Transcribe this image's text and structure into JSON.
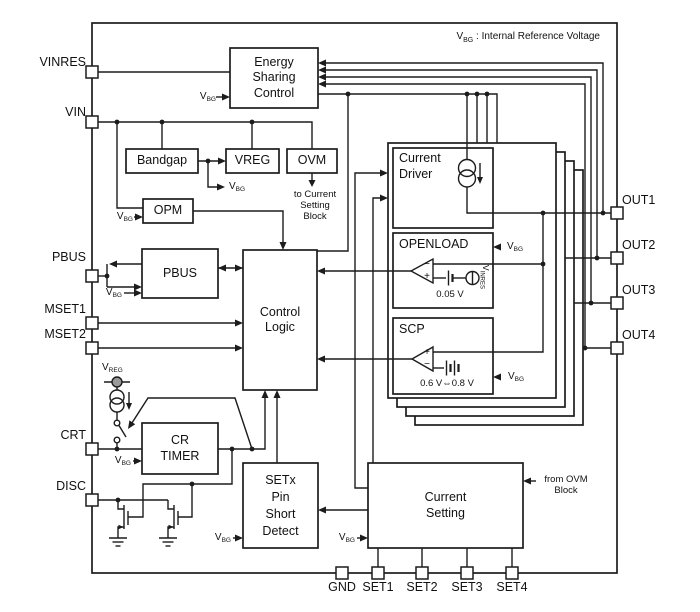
{
  "header_note": {
    "v": "V",
    "sub": "BG",
    "rest": " : Internal Reference Voltage"
  },
  "ref_labels": {
    "vbg": {
      "v": "V",
      "sub": "BG"
    },
    "vreg": {
      "v": "V",
      "sub": "REG"
    },
    "vinres": {
      "v": "V",
      "sub": "INRES"
    }
  },
  "pins": {
    "left": [
      {
        "label": "VINRES"
      },
      {
        "label": "VIN"
      },
      {
        "label": "PBUS"
      },
      {
        "label": "MSET1"
      },
      {
        "label": "MSET2"
      },
      {
        "label": "CRT"
      },
      {
        "label": "DISC"
      }
    ],
    "right": [
      {
        "label": "OUT1"
      },
      {
        "label": "OUT2"
      },
      {
        "label": "OUT3"
      },
      {
        "label": "OUT4"
      }
    ],
    "bottom": [
      {
        "label": "GND"
      },
      {
        "label": "SET1"
      },
      {
        "label": "SET2"
      },
      {
        "label": "SET3"
      },
      {
        "label": "SET4"
      }
    ]
  },
  "blocks": {
    "energy_sharing": {
      "lines": [
        "Energy",
        "Sharing",
        "Control"
      ]
    },
    "bandgap": {
      "label": "Bandgap"
    },
    "vreg": {
      "label": "VREG"
    },
    "ovm": {
      "label": "OVM"
    },
    "opm": {
      "label": "OPM"
    },
    "pbus": {
      "label": "PBUS"
    },
    "control_logic": {
      "lines": [
        "Control",
        "Logic"
      ]
    },
    "current_driver": {
      "lines": [
        "Current",
        "Driver"
      ]
    },
    "openload": {
      "label": "OPENLOAD",
      "threshold": "0.05 V"
    },
    "scp": {
      "label": "SCP",
      "threshold": "0.6 V⇔0.8 V"
    },
    "cr_timer": {
      "lines": [
        "CR",
        "TIMER"
      ]
    },
    "setx_detect": {
      "lines": [
        "SETx",
        "Pin",
        "Short",
        "Detect"
      ]
    },
    "current_setting": {
      "lines": [
        "Current",
        "Setting"
      ]
    }
  },
  "comparators": {
    "minus": "−",
    "plus": "+"
  },
  "annotations": {
    "to_current_setting": [
      "to Current",
      "Setting",
      "Block"
    ],
    "from_ovm": [
      "from OVM",
      "Block"
    ]
  }
}
